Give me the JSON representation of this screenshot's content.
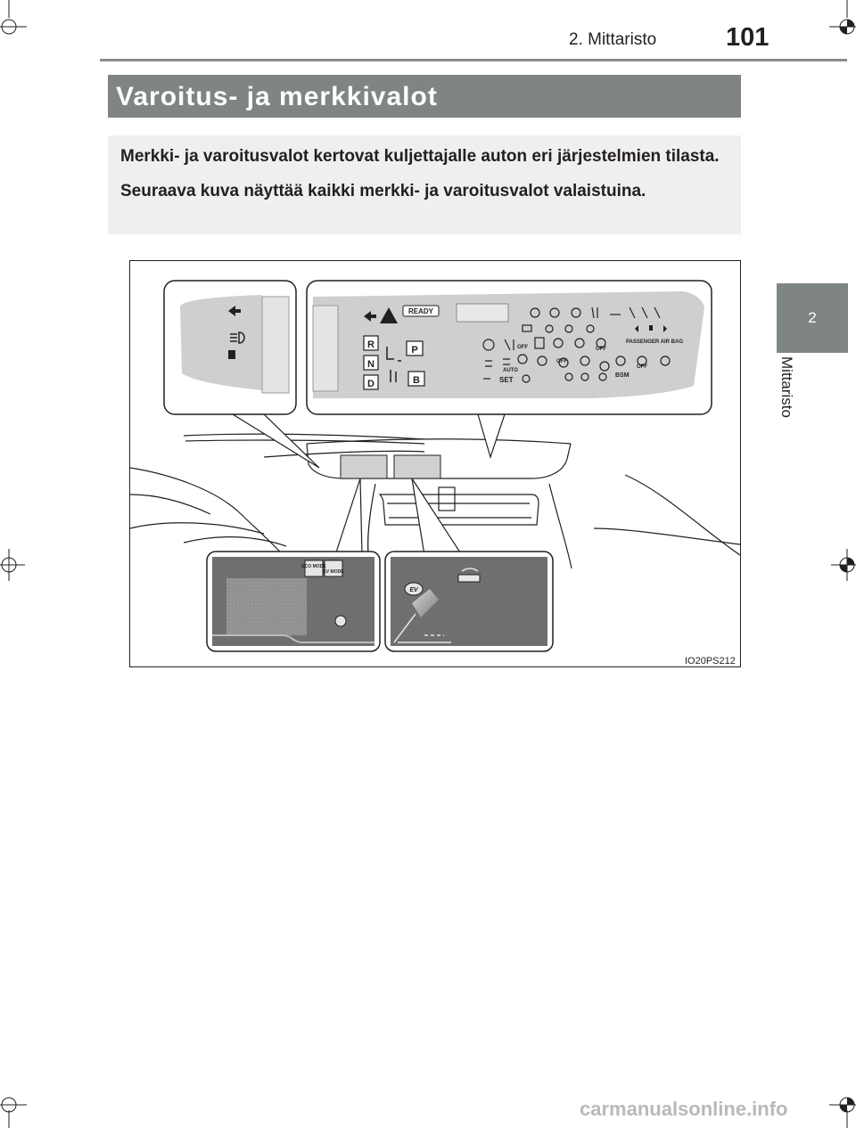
{
  "header": {
    "section": "2. Mittaristo",
    "page_number": "101"
  },
  "side_tab": {
    "number": "2",
    "label": "Mittaristo"
  },
  "title": "Varoitus- ja merkkivalot",
  "intro": {
    "p1": "Merkki- ja varoitusvalot kertovat kuljettajalle auton eri järjestelmien tilasta.",
    "p2": "Seuraava kuva näyttää kaikki merkki- ja varoitusvalot valaistuina."
  },
  "figure": {
    "code": "IO20PS212",
    "labels": {
      "ready": "READY",
      "gear_r": "R",
      "gear_n": "N",
      "gear_d": "D",
      "gear_p": "P",
      "gear_b": "B",
      "passenger_air_bag": "PASSENGER AIR BAG",
      "set": "SET",
      "auto": "AUTO",
      "bsm": "BSM",
      "off_1": "OFF",
      "off_2": "OFF",
      "off_3": "OFF",
      "off_4": "OFF",
      "eco_mode": "ECO MODE",
      "ev_mode": "EV MODE",
      "ev": "EV"
    }
  },
  "footer": "carmanualsonline.info"
}
